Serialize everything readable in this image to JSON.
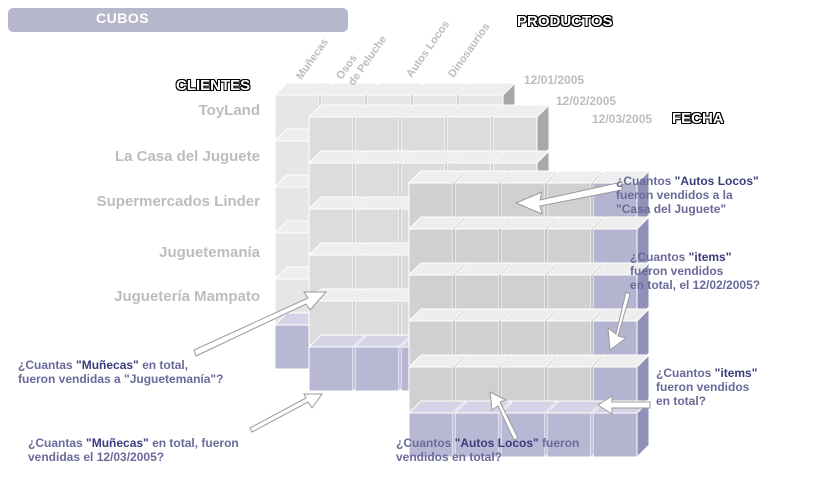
{
  "banner": {
    "title": "CUBOS"
  },
  "axes": {
    "clients": "CLIENTES",
    "products": "PRODUCTOS",
    "date": "FECHA"
  },
  "clients": [
    "ToyLand",
    "La Casa del Juguete",
    "Supermercados Linder",
    "Juguetemanía",
    "Juguetería Mampato"
  ],
  "products": [
    "Muñecas",
    "Osos",
    "de Peluche",
    "Autos Locos",
    "Dinosaurios"
  ],
  "dates": [
    "12/01/2005",
    "12/02/2005",
    "12/03/2005"
  ],
  "questions": {
    "q1": {
      "a": "¿Cuantos ",
      "hl": "\"Autos Locos\"",
      "b": "fueron vendidos a la",
      "c": "\"Casa del Juguete\""
    },
    "q2": {
      "a": "¿Cuantos ",
      "hl": "\"items\"",
      "b": "fueron vendidos",
      "c": "en total, el 12/02/2005?"
    },
    "q3": {
      "a": "¿Cuantos ",
      "hl": "\"items\"",
      "b": "fueron vendidos",
      "c": "en total?"
    },
    "q4": {
      "a": "¿Cuantas ",
      "hl": "\"Muñecas\"",
      "b": " en total,",
      "c": "fueron vendidas a \"Juguetemanía\"?"
    },
    "q5": {
      "a": "¿Cuantas ",
      "hl": "\"Muñecas\"",
      "b": " en total, fueron",
      "c": "vendidas el 12/03/2005?"
    },
    "q6": {
      "a": "¿Cuantos ",
      "hl": "\"Autos Locos\"",
      "b": " fueron",
      "c": "vendidos en total?"
    }
  },
  "colors": {
    "banner": "#b7b7cc",
    "highlight": "#3c3c7c",
    "question": "#6a6a9a",
    "cube_gray": "#cfcfcf",
    "cube_purple": "#aaaac8"
  }
}
